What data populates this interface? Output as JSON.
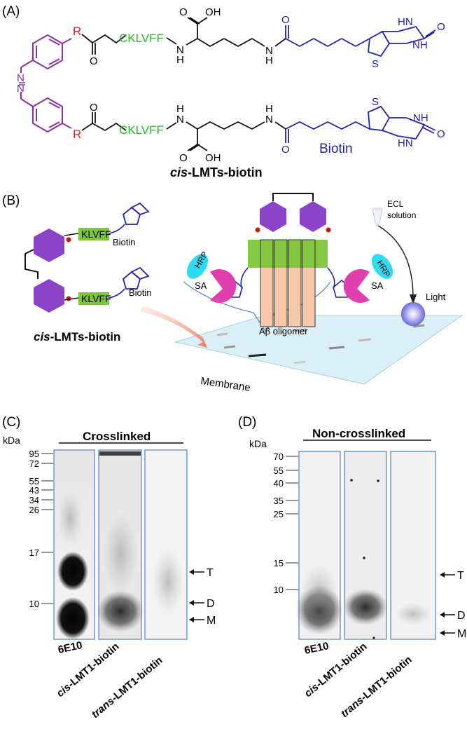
{
  "panels": {
    "a": {
      "label": "(A)",
      "r_group": "R",
      "peptide": "CKLVFF",
      "atom_oxygen": "O",
      "atom_nh": "N",
      "atom_h": "H",
      "atom_s": "S",
      "atom_hn": "HN",
      "atom_nh2": "NH",
      "oh": "OH",
      "carboxyl_top": "O",
      "biotin_label": "Biotin",
      "compound_prefix": "cis",
      "compound_suffix": "-LMTs-biotin",
      "colors": {
        "azo": "#8b2fa0",
        "r": "#e0202a",
        "peptide": "#22bb22",
        "biotin": "#2222aa",
        "ink": "#111111"
      }
    },
    "b": {
      "label": "(B)",
      "peptide": "KLVFF",
      "biotin_top": "Biotin",
      "biotin_bottom": "Biotin",
      "compound_prefix": "cis",
      "compound_suffix": "-LMTs-biotin",
      "hrp": "HRP",
      "sa": "SA",
      "ecl_line1": "ECL",
      "ecl_line2": "solution",
      "light": "Light",
      "oligomer": "Aβ oligomer",
      "membrane": "Membrane"
    },
    "c": {
      "label": "(C)",
      "unit": "kDa",
      "title": "Crosslinked",
      "markers": [
        "95",
        "72",
        "55",
        "43",
        "34",
        "26",
        "17",
        "10"
      ],
      "arrows": [
        "T",
        "D",
        "M"
      ],
      "lanes": [
        "6E10",
        "cis-LMT1-biotin",
        "trans-LMT1-biotin"
      ],
      "lane_prefix": [
        "",
        "cis",
        "trans"
      ],
      "lane_suffix": [
        "6E10",
        "-LMT1-biotin",
        "-LMT1-biotin"
      ]
    },
    "d": {
      "label": "(D)",
      "unit": "kDa",
      "title": "Non-crosslinked",
      "markers": [
        "70",
        "55",
        "40",
        "35",
        "25",
        "15",
        "10"
      ],
      "arrows": [
        "T",
        "D",
        "M"
      ],
      "lane_prefix": [
        "",
        "cis",
        "trans"
      ],
      "lane_suffix": [
        "6E10",
        "-LMT1-biotin",
        "-LMT1-biotin"
      ]
    }
  }
}
